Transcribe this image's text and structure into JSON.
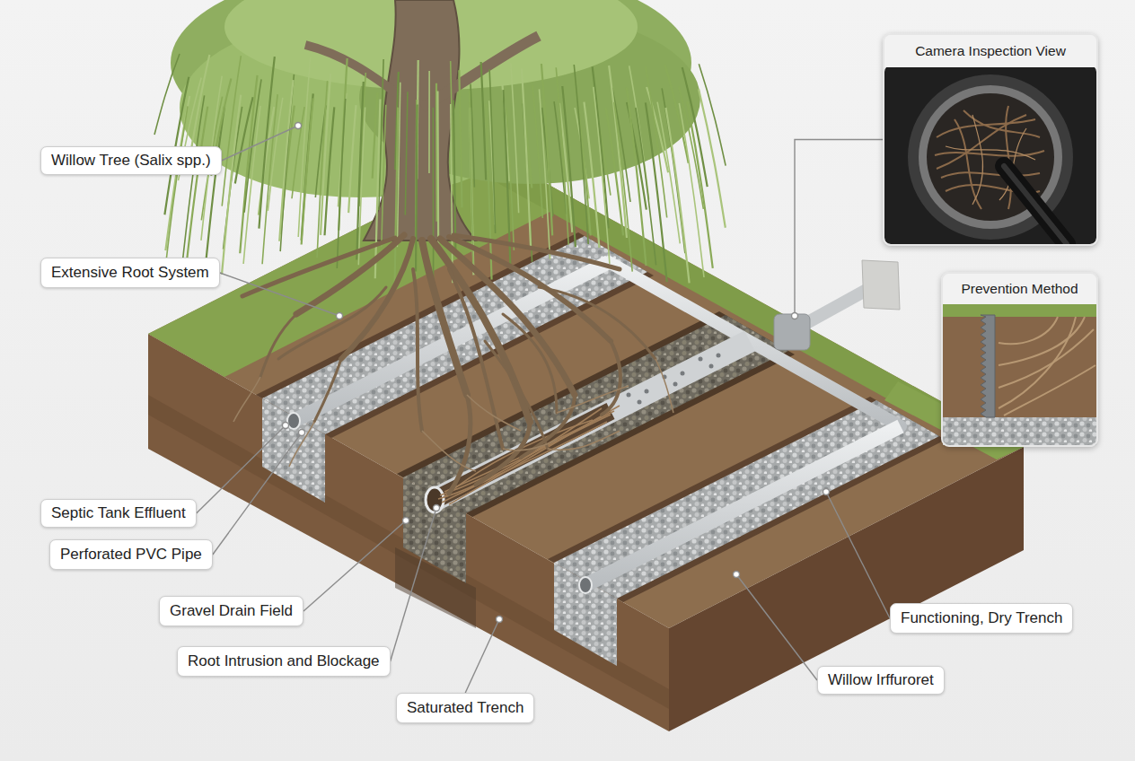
{
  "diagram": {
    "nodes": [
      {
        "text": [
          "Willow Tree (Salix spp.)"
        ]
      },
      {
        "text": [
          "Camera Inspection View"
        ]
      },
      {
        "text": [
          "Extensive Root System"
        ]
      },
      {
        "text": [
          "Prevention Method"
        ]
      },
      {
        "text": [
          "Septic Tank Effluent"
        ]
      },
      {
        "text": [
          "Perforated PVC Pipe"
        ]
      },
      {
        "text": [
          "Gravel Drain Field"
        ]
      },
      {
        "text": [
          "Functioning, Dry Trench"
        ]
      },
      {
        "text": [
          "Root Intrusion and Blockage"
        ]
      },
      {
        "text": [
          "Willow Irffuroret"
        ]
      },
      {
        "text": [
          "Saturated Trench"
        ]
      }
    ]
  }
}
